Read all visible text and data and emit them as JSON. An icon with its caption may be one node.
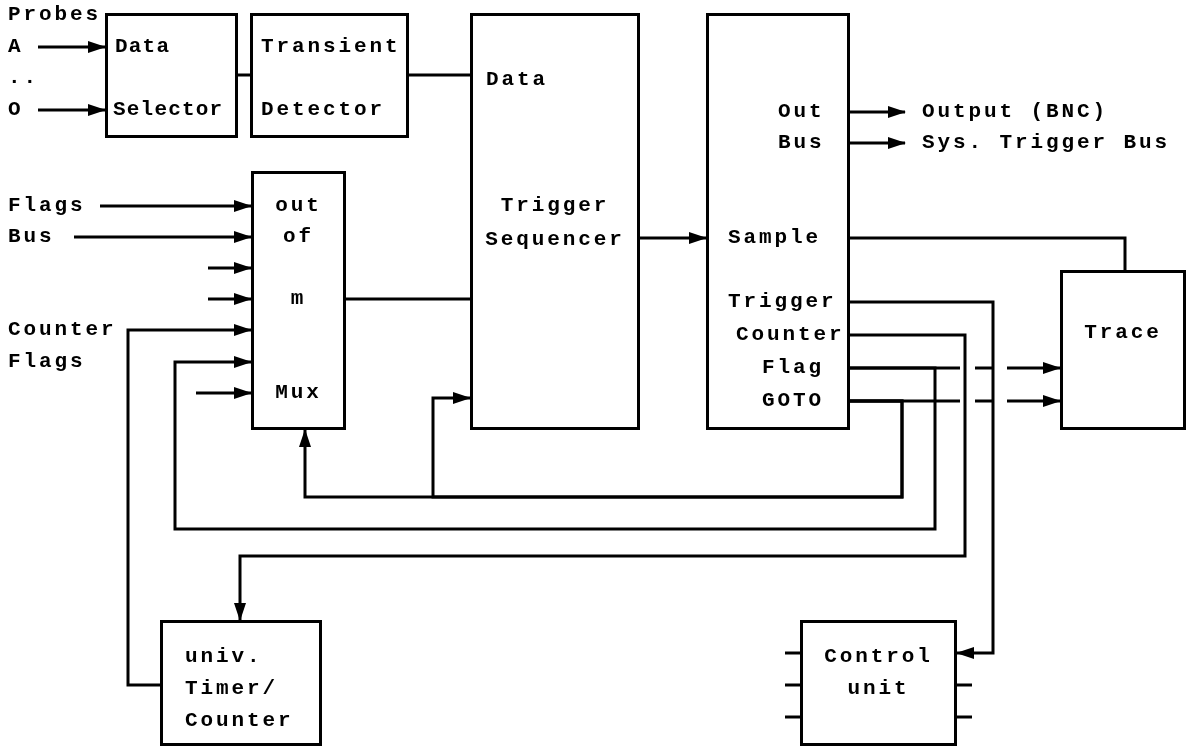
{
  "diagram": {
    "nodes": [
      {
        "text": [
          "A"
        ]
      },
      {
        "text": [
          "O"
        ]
      },
      {
        "text": [
          "Data",
          "Selector"
        ]
      },
      {
        "text": [
          "Transient",
          "Detector"
        ]
      },
      {
        "text": [
          "Data",
          "Trigger",
          "Sequencer"
        ]
      },
      {
        "text": [
          "Out",
          "Bus",
          "Sample",
          "Trigger",
          "Counter",
          "Flag",
          "GOTO"
        ]
      },
      {
        "text": [
          "Output (BNC)"
        ]
      },
      {
        "text": [
          "Sys. Trigger Bus"
        ]
      },
      {
        "text": [
          "Flags"
        ]
      },
      {
        "text": [
          "Bus"
        ]
      },
      {
        "text": [
          "out",
          "of",
          "m",
          "Mux"
        ]
      },
      {
        "text": [
          "Trace"
        ]
      },
      {
        "text": [
          "univ. Timer/ Counter"
        ]
      },
      {
        "text": [
          "Control unit"
        ]
      }
    ],
    "edges": [
      {
        "from": 0,
        "to": 2,
        "arrow": "to"
      },
      {
        "from": 1,
        "to": 2,
        "arrow": "to"
      },
      {
        "from": 2,
        "to": 3,
        "arrow": "none"
      },
      {
        "from": 3,
        "to": 4,
        "arrow": "none"
      },
      {
        "from": 8,
        "to": 10,
        "arrow": "to"
      },
      {
        "from": 9,
        "to": 10,
        "arrow": "to"
      },
      {
        "from": null,
        "to": 10,
        "arrow": "to"
      },
      {
        "from": null,
        "to": 10,
        "arrow": "to"
      },
      {
        "from": 12,
        "to": 10,
        "arrow": "to"
      },
      {
        "from": 5,
        "to": 10,
        "arrow": "to"
      },
      {
        "from": null,
        "to": 10,
        "arrow": "to"
      },
      {
        "from": 10,
        "to": 4,
        "arrow": "none"
      },
      {
        "from": 4,
        "to": 5,
        "arrow": "to"
      },
      {
        "from": 5,
        "to": 6,
        "arrow": "to"
      },
      {
        "from": 5,
        "to": 7,
        "arrow": "to"
      },
      {
        "from": 5,
        "to": 11,
        "arrow": "none"
      },
      {
        "from": 5,
        "to": 13,
        "arrow": "to"
      },
      {
        "from": 5,
        "to": 12,
        "arrow": "to"
      },
      {
        "from": 5,
        "to": 11,
        "arrow": "to",
        "style": "dashed"
      },
      {
        "from": 5,
        "to": 11,
        "arrow": "to",
        "style": "dashed"
      },
      {
        "from": 5,
        "to": 10,
        "arrow": "to"
      },
      {
        "from": 5,
        "to": 4,
        "arrow": "to"
      }
    ],
    "labels": [
      "Probes",
      "..",
      "Counter",
      "Flags"
    ]
  }
}
